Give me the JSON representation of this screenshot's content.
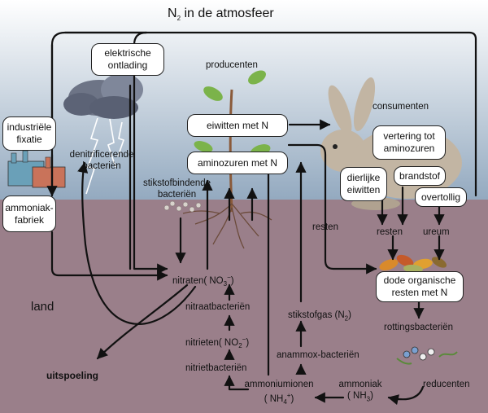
{
  "title": {
    "main": "N",
    "sub": "2",
    "rest": " in de atmosfeer"
  },
  "boxes": {
    "lightning": "elektrische ontlading",
    "industrial": "industriële fixatie",
    "factory": "ammoniak-fabriek",
    "proteins": "eiwitten met N",
    "amino_acids": "aminozuren met N",
    "digestion": "vertering tot aminozuren",
    "animal_proteins": "dierlijke eiwitten",
    "fuel": "brandstof",
    "surplus": "overtollig",
    "dead_remains": "dode organische resten met N"
  },
  "labels": {
    "producers": "producenten",
    "consumers": "consumenten",
    "denitrifying": "denitrificerende bacteriën",
    "nitrogen_fixing": "stikstofbindende bacteriën",
    "remains": "resten",
    "remains2": "resten",
    "urea": "ureum",
    "nitrates": "nitraten( NO",
    "nitrates_sub": "3",
    "nitrates_sup": "−",
    "nitrates_end": ")",
    "nitrate_bacteria": "nitraatbacteriën",
    "nitrites": "nitrieten( NO",
    "nitrites_sub": "2",
    "nitrites_sup": "−",
    "nitrites_end": ")",
    "nitrite_bacteria": "nitrietbacteriën",
    "nitrogen_gas": "stikstofgas (N",
    "nitrogen_gas_sub": "2",
    "nitrogen_gas_end": ")",
    "anammox": "anammox-bacteriën",
    "ammonium_1": "ammoniumionen",
    "ammonium_2": "( NH",
    "ammonium_sub": "4",
    "ammonium_sup": "+",
    "ammonium_end": ")",
    "ammonia_1": "ammoniak",
    "ammonia_2": "( NH",
    "ammonia_sub": "3",
    "ammonia_end": ")",
    "rotting": "rottingsbacteriën",
    "decomposers": "reducenten",
    "land": "land",
    "leaching": "uitspoeling"
  },
  "colors": {
    "sky_top": "#ffffff",
    "sky_bottom": "#8fa6bd",
    "soil": "#9a7f8a",
    "arrow": "#111111",
    "rabbit": "#c2b5a3",
    "leaf": "#7bb34a",
    "cloud": "#6d7486",
    "factory": "#6aa0b8",
    "factory_roof": "#c9735a"
  },
  "icons": [
    "cloud-icon",
    "lightning-icon",
    "factory-icon",
    "plant-icon",
    "rabbit-icon",
    "leaves-icon",
    "bacteria-icon"
  ]
}
